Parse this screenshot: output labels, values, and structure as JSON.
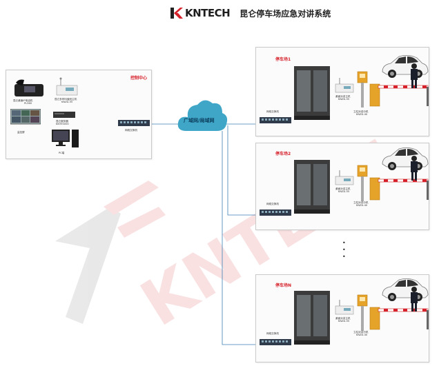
{
  "header": {
    "logo_text": "KNTECH",
    "title": "昆仑停车场应急对讲系统"
  },
  "watermark": {
    "text": "KNTECH"
  },
  "cloud": {
    "label": "广域网/局域网"
  },
  "control_center": {
    "label": "控制中心",
    "ip_phone_label": "昆仑桌面IP电话机",
    "ip_phone_model": "PL360",
    "host_label": "昆仑多呼叫值班主机",
    "host_model": "KNZD-55",
    "monitor_label": "监控屏",
    "server_label": "昆仑服务器",
    "server_model": "KNTES000",
    "pc_label": "PC端",
    "switch_label": "网络交换机"
  },
  "parking_lots": [
    {
      "label": "停车场1",
      "switch_label": "网络交换机",
      "host_label": "桌面对讲主机",
      "host_model": "KNZD-55",
      "column_label": "立柱对讲分机",
      "column_model": "KNZD-40"
    },
    {
      "label": "停车场2",
      "switch_label": "网络交换机",
      "host_label": "桌面对讲主机",
      "host_model": "KNZD-55",
      "column_label": "立柱对讲分机",
      "column_model": "KNZD-40"
    },
    {
      "label": "停车场N",
      "switch_label": "网络交换机",
      "host_label": "桌面对讲主机",
      "host_model": "KNZD-55",
      "column_label": "立柱对讲分机",
      "column_model": "KNZD-40"
    }
  ],
  "colors": {
    "accent_red": "#d6202a",
    "link_blue": "#3c7fb5",
    "cloud": "#3fa6c8"
  }
}
